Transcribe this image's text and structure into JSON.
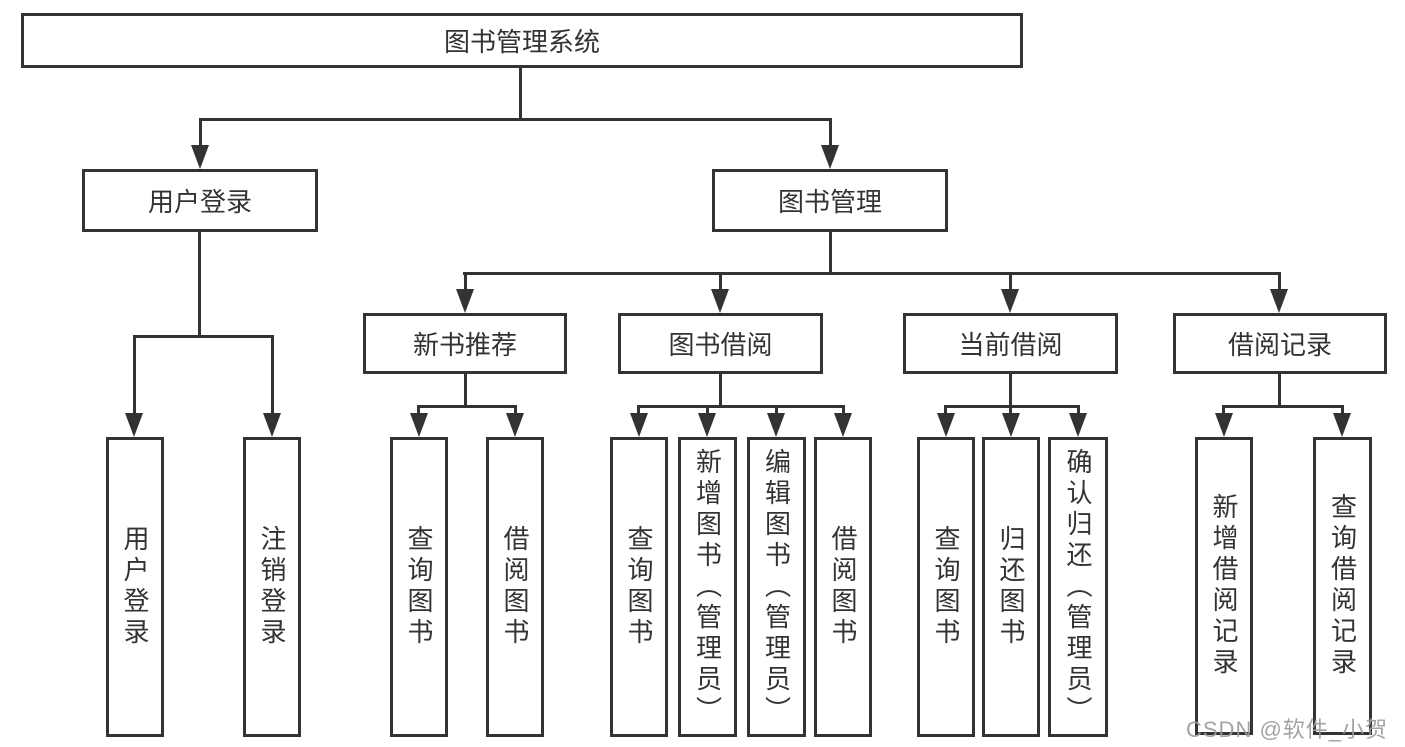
{
  "diagram": {
    "title": "图书管理系统",
    "type": "hierarchy-tree",
    "colors": {
      "line": "#333333",
      "text": "#333333",
      "background": "#ffffff",
      "watermark": "#9c9c9c"
    },
    "nodes": {
      "root": "图书管理系统",
      "user_login": "用户登录",
      "book_mgmt": "图书管理",
      "new_book_rec": "新书推荐",
      "book_borrow": "图书借阅",
      "current_borrow": "当前借阅",
      "borrow_record": "借阅记录"
    },
    "leaves": [
      {
        "parent": "用户登录",
        "label": "用户登录"
      },
      {
        "parent": "用户登录",
        "label": "注销登录"
      },
      {
        "parent": "新书推荐",
        "label": "查询图书"
      },
      {
        "parent": "新书推荐",
        "label": "借阅图书"
      },
      {
        "parent": "图书借阅",
        "label": "查询图书"
      },
      {
        "parent": "图书借阅",
        "label": "新增图书（管理员）"
      },
      {
        "parent": "图书借阅",
        "label": "编辑图书（管理员）"
      },
      {
        "parent": "图书借阅",
        "label": "借阅图书"
      },
      {
        "parent": "当前借阅",
        "label": "查询图书"
      },
      {
        "parent": "当前借阅",
        "label": "归还图书"
      },
      {
        "parent": "当前借阅",
        "label": "确认归还（管理员）"
      },
      {
        "parent": "借阅记录",
        "label": "新增借阅记录"
      },
      {
        "parent": "借阅记录",
        "label": "查询借阅记录"
      }
    ],
    "watermark": "CSDN @软件_小贺同学"
  }
}
